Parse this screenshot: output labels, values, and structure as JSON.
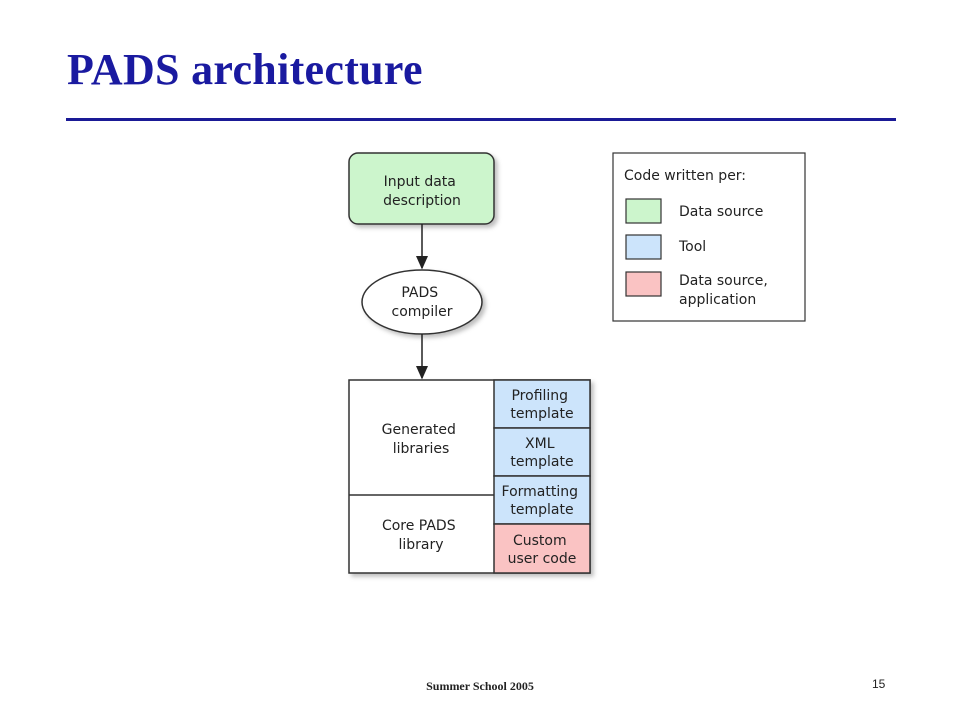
{
  "slide": {
    "title": "PADS architecture"
  },
  "diagram": {
    "input_node": [
      "Input data",
      "description"
    ],
    "compiler_node": [
      "PADS",
      "compiler"
    ],
    "generated_libraries": [
      "Generated",
      "libraries"
    ],
    "core_library": [
      "Core PADS",
      "library"
    ],
    "profiling_template": [
      "Profiling",
      "template"
    ],
    "xml_template": [
      "XML",
      "template"
    ],
    "formatting_template": [
      "Formatting",
      "template"
    ],
    "custom_code": [
      "Custom",
      "user code"
    ]
  },
  "legend": {
    "heading": "Code written per:",
    "items": [
      {
        "label": [
          "Data source"
        ],
        "color": "#ccf5cc"
      },
      {
        "label": [
          "Tool"
        ],
        "color": "#cce4fb"
      },
      {
        "label": [
          "Data source,",
          "application"
        ],
        "color": "#fac3c3"
      }
    ]
  },
  "colors": {
    "green": "#ccf5cc",
    "blue": "#cce4fb",
    "pink": "#fac3c3",
    "title": "#1a1aa0"
  },
  "footer": {
    "center_text": "Summer School 2005",
    "page_number": "15"
  }
}
